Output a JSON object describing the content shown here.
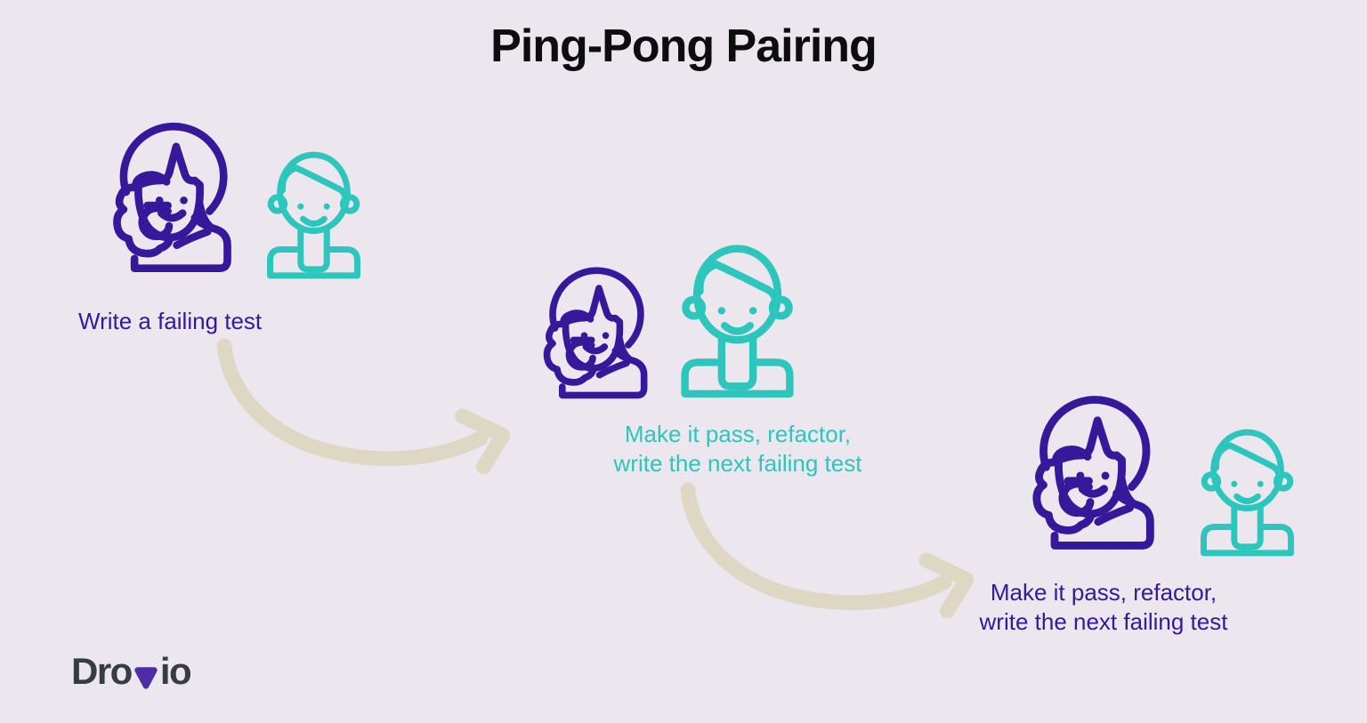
{
  "title": "Ping-Pong Pairing",
  "colors": {
    "background": "#ECE7EF",
    "purple": "#36189B",
    "teal": "#2CC6BC",
    "arrow": "#DED7C4",
    "title_text": "#0D0D10",
    "logo_text": "#363C44",
    "logo_mark": "#4E2CA5"
  },
  "steps": [
    {
      "caption_lines": [
        "Write a failing test"
      ],
      "caption_color": "purple",
      "figures": [
        "purple-developer-typing-large",
        "teal-developer-watching-small"
      ]
    },
    {
      "caption_lines": [
        "Make it pass, refactor,",
        "write the next failing test"
      ],
      "caption_color": "teal",
      "figures": [
        "purple-developer-typing-small",
        "teal-developer-watching-large"
      ]
    },
    {
      "caption_lines": [
        "Make it pass, refactor,",
        "write the next failing test"
      ],
      "caption_color": "purple",
      "figures": [
        "purple-developer-typing-large",
        "teal-developer-watching-small"
      ]
    }
  ],
  "logo": {
    "pre": "Dro",
    "post": "io"
  }
}
